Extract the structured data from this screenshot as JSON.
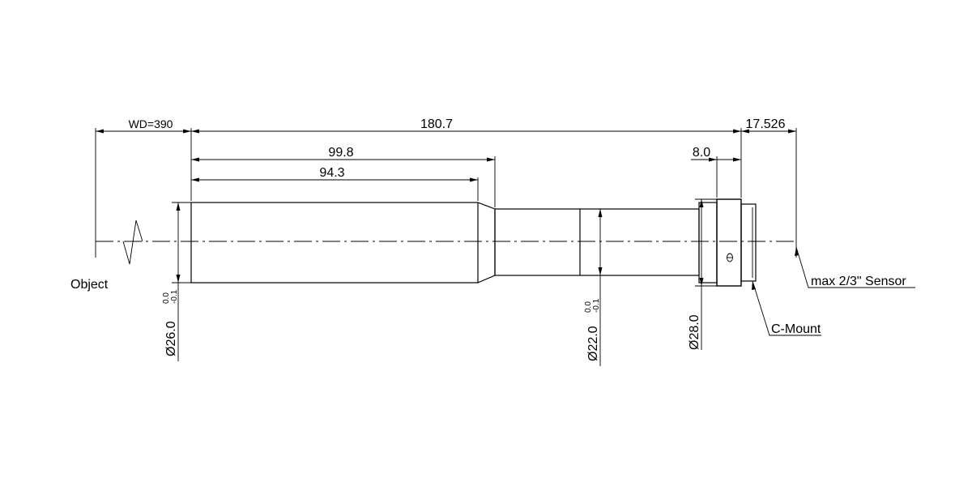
{
  "dimensions": {
    "wd": "WD=390",
    "overall_length": "180.7",
    "front_length_outer": "99.8",
    "front_length_inner": "94.3",
    "mount_width": "8.0",
    "back_focal": "17.526"
  },
  "diameters": {
    "front": "Ø26.0",
    "front_tol_upper": "0.0",
    "front_tol_lower": "-0.1",
    "middle": "Ø22.0",
    "middle_tol_upper": "0.0",
    "middle_tol_lower": "-0.1",
    "mount": "Ø28.0"
  },
  "labels": {
    "object": "Object",
    "sensor": "max 2/3\" Sensor",
    "mount": "C-Mount"
  },
  "icons": {
    "mount_mark": "theta-mark-icon"
  }
}
